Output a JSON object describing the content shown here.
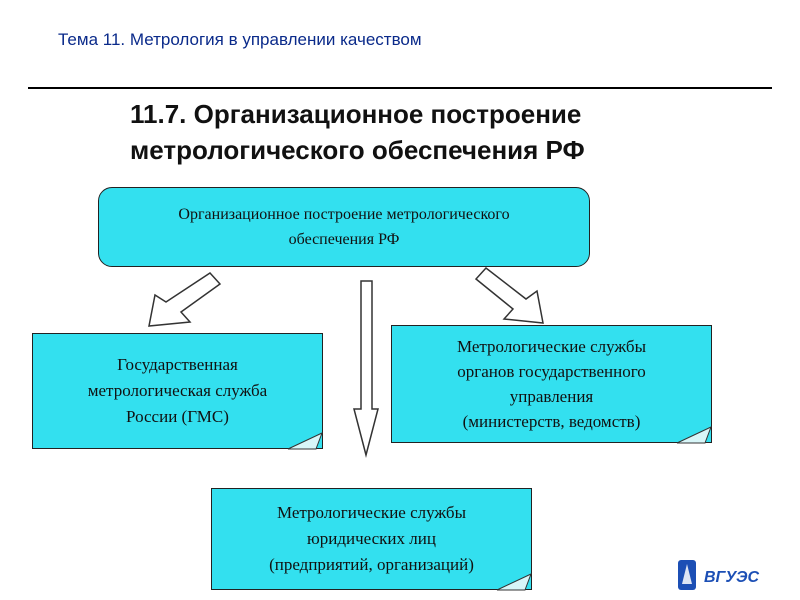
{
  "header": {
    "topic": "Тема 11. Метрология в управлении качеством",
    "title": "11.7. Организационное построение метрологического обеспечения РФ"
  },
  "diagram": {
    "root": "Организационное построение метрологического\nобеспечения РФ",
    "left_box": "Государственная\nметрологическая служба\nРоссии (ГМС)",
    "right_box": "Метрологические службы\nорганов государственного\nуправления\n(министерств, ведомств)",
    "bottom_box": "Метрологические службы\nюридических лиц\n(предприятий, организаций)"
  },
  "logo": {
    "text": "ВГУЭС"
  },
  "colors": {
    "box_fill": "#33e0ef",
    "topic_text": "#0a2a8a"
  }
}
